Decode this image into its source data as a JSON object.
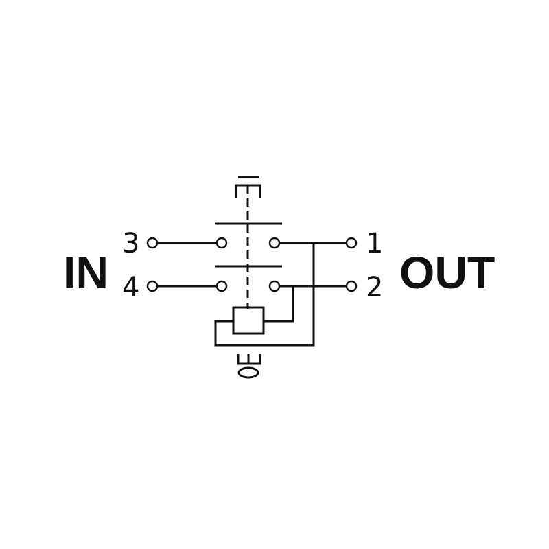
{
  "labels": {
    "input": "IN",
    "output": "OUT",
    "terminals": {
      "t1": "1",
      "t2": "2",
      "t3": "3",
      "t4": "4"
    }
  },
  "colors": {
    "line": "#111111",
    "background": "#ffffff"
  }
}
